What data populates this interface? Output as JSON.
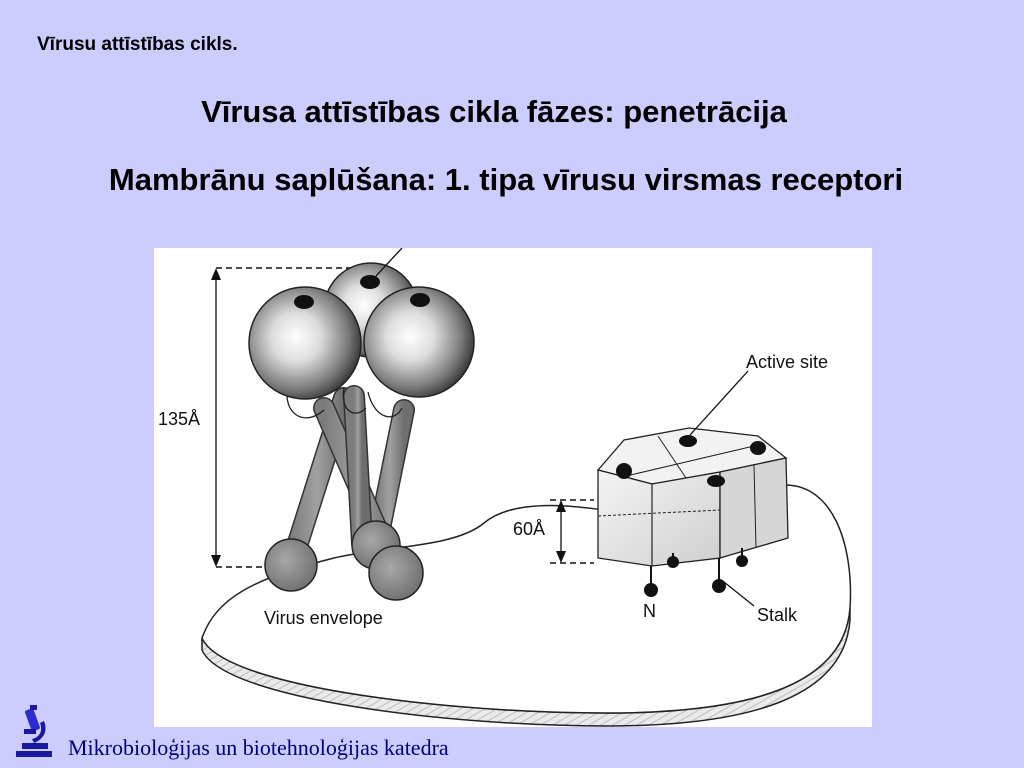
{
  "slide": {
    "label": "Vīrusu attīstības cikls.",
    "title": "Vīrusa attīstības cikla fāzes: penetrācija",
    "subtitle": "Mambrānu saplūšana: 1. tipa vīrusu virsmas receptori"
  },
  "figure": {
    "labels": {
      "height_left": "135Å",
      "height_right": "60Å",
      "active_site": "Active site",
      "virus_envelope": "Virus envelope",
      "n_terminus": "N",
      "stalk": "Stalk"
    }
  },
  "footer": {
    "text": "Mikrobioloģijas un biotehnoloģijas katedra",
    "icon": "microscope-icon",
    "text_color": "#00007a"
  },
  "colors": {
    "background": "#ccccff"
  }
}
